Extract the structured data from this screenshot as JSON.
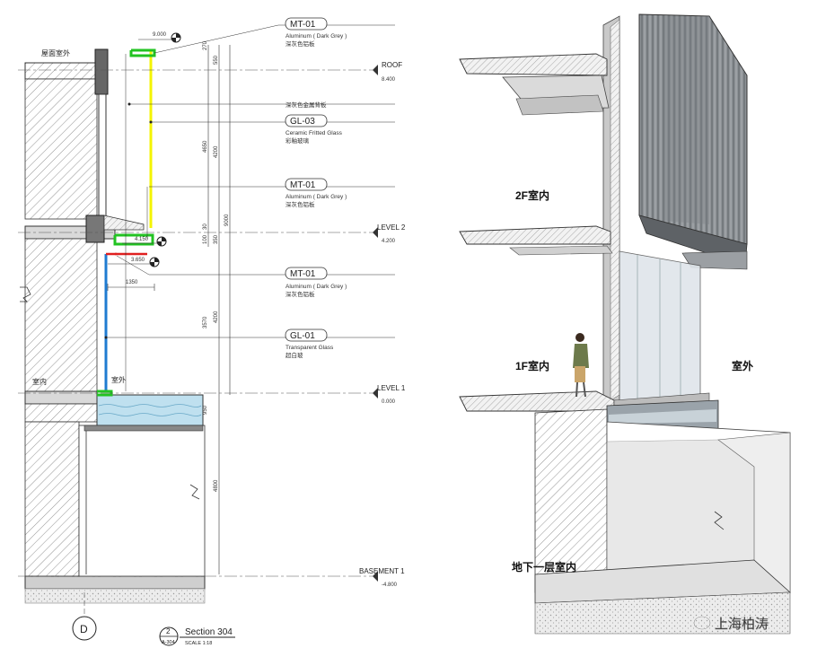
{
  "section": {
    "number": "2",
    "sheet": "A-304",
    "title": "Section 304",
    "scale": "SCALE 1:18",
    "grid": "D"
  },
  "levels": [
    {
      "name": "ROOF",
      "elev": "8.400"
    },
    {
      "name": "LEVEL 2",
      "elev": "4.200"
    },
    {
      "name": "LEVEL 1",
      "elev": "0.000"
    },
    {
      "name": "BASEMENT 1",
      "elev": "-4.800"
    }
  ],
  "spot_levels": [
    "9.000",
    "4.150",
    "3.650"
  ],
  "zone_labels": {
    "roof_exterior": "屋面室外",
    "interior": "室内",
    "exterior": "室外"
  },
  "callouts": [
    {
      "tag": "MT-01",
      "line1": "Aluminum ( Dark Grey )",
      "line2": "深灰色铝板"
    },
    {
      "tag": "",
      "line1": "深灰色金属背板",
      "line2": ""
    },
    {
      "tag": "GL-03",
      "line1": "Ceramic Fritted Glass",
      "line2": "彩釉玻璃"
    },
    {
      "tag": "MT-01",
      "line1": "Aluminum ( Dark Grey )",
      "line2": "深灰色铝板"
    },
    {
      "tag": "MT-01",
      "line1": "Aluminum ( Dark Grey )",
      "line2": "深灰色铝板"
    },
    {
      "tag": "GL-01",
      "line1": "Transparent Glass",
      "line2": "超白玻"
    }
  ],
  "dimensions": [
    "270",
    "550",
    "4650",
    "4200",
    "9000",
    "30",
    "100",
    "350",
    "3570",
    "4200",
    "1350",
    "950",
    "4800"
  ],
  "model_labels": {
    "floor2": "2F室内",
    "floor1": "1F室内",
    "outside": "室外",
    "basement": "地下一层室内"
  },
  "watermark": "上海柏涛",
  "colors": {
    "green": "#22c322",
    "yellow": "#f4f400",
    "blue": "#1f7bd1",
    "red": "#e02020",
    "water": "#bfe0ef"
  }
}
